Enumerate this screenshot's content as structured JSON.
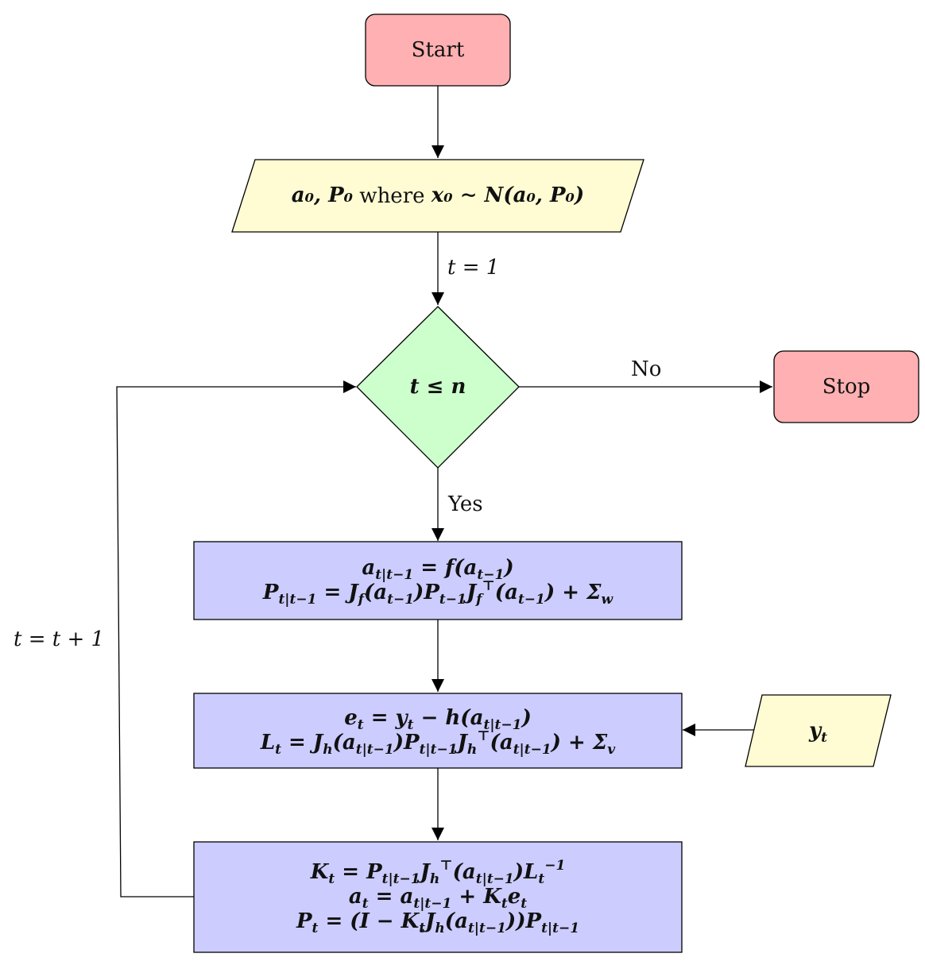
{
  "colors": {
    "terminal_fill": "#ffb0b2",
    "io_fill": "#fffcd3",
    "decision_fill": "#ccffcc",
    "process_fill": "#ccccff",
    "stroke": "#000000"
  },
  "nodes": {
    "start": {
      "label": "Start",
      "shape": "rounded-rect"
    },
    "init": {
      "label": "a₀, P₀ where x₀ ∼ N(a₀, P₀)",
      "parts": [
        "a₀, P₀",
        " where ",
        "x₀ ∼ N(a₀, P₀)"
      ],
      "shape": "parallelogram"
    },
    "decision": {
      "label": "t ≤ n",
      "shape": "diamond"
    },
    "stop": {
      "label": "Stop",
      "shape": "rounded-rect"
    },
    "predict": {
      "shape": "rect",
      "lines": [
        "a_{t|t−1} = f(a_{t−1})",
        "P_{t|t−1} = J_f(a_{t−1}) P_{t−1} J_f^⊤(a_{t−1}) + Σ_w"
      ]
    },
    "innovation": {
      "shape": "rect",
      "lines": [
        "e_t = y_t − h(a_{t|t−1})",
        "L_t = J_h(a_{t|t−1}) P_{t|t−1} J_h^⊤(a_{t|t−1}) + Σ_v"
      ]
    },
    "update": {
      "shape": "rect",
      "lines": [
        "K_t = P_{t|t−1} J_h^⊤(a_{t|t−1}) L_t^{−1}",
        "a_t = a_{t|t−1} + K_t e_t",
        "P_t = (I − K_t J_h(a_{t|t−1})) P_{t|t−1}"
      ]
    },
    "observation": {
      "label": "y_t",
      "shape": "parallelogram"
    }
  },
  "edges": [
    {
      "from": "start",
      "to": "init",
      "label": ""
    },
    {
      "from": "init",
      "to": "decision",
      "label": "t = 1"
    },
    {
      "from": "decision",
      "to": "stop",
      "label": "No"
    },
    {
      "from": "decision",
      "to": "predict",
      "label": "Yes"
    },
    {
      "from": "predict",
      "to": "innovation",
      "label": ""
    },
    {
      "from": "observation",
      "to": "innovation",
      "label": ""
    },
    {
      "from": "innovation",
      "to": "update",
      "label": ""
    },
    {
      "from": "update",
      "to": "decision",
      "label": "t = t + 1"
    }
  ]
}
